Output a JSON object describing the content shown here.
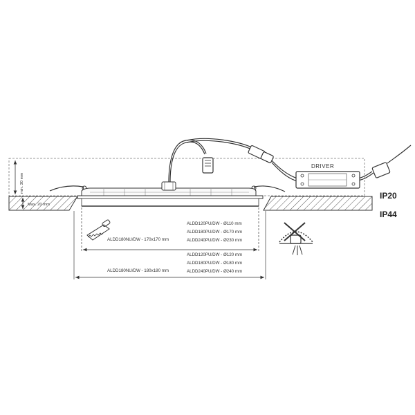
{
  "driver_label": "DRIVER",
  "ip_top": "IP20",
  "ip_bottom": "IP44",
  "min_height_label": "min. 30 mm",
  "max_thickness_label": "Max. 20 mm",
  "cutout": {
    "square_model": "ALDD180NU/DW - 170x170 mm",
    "round_models": [
      "ALDD120PU/DW - Ø110 mm",
      "ALDD180PU/DW - Ø170 mm",
      "ALDD240PU/DW - Ø230 mm"
    ]
  },
  "overall": {
    "square_model": "ALDD180NU/DW - 180x180 mm",
    "round_models": [
      "ALDD120PU/DW - Ø120 mm",
      "ALDD180PU/DW - Ø180 mm",
      "ALDD240PU/DW - Ø240 mm"
    ]
  }
}
